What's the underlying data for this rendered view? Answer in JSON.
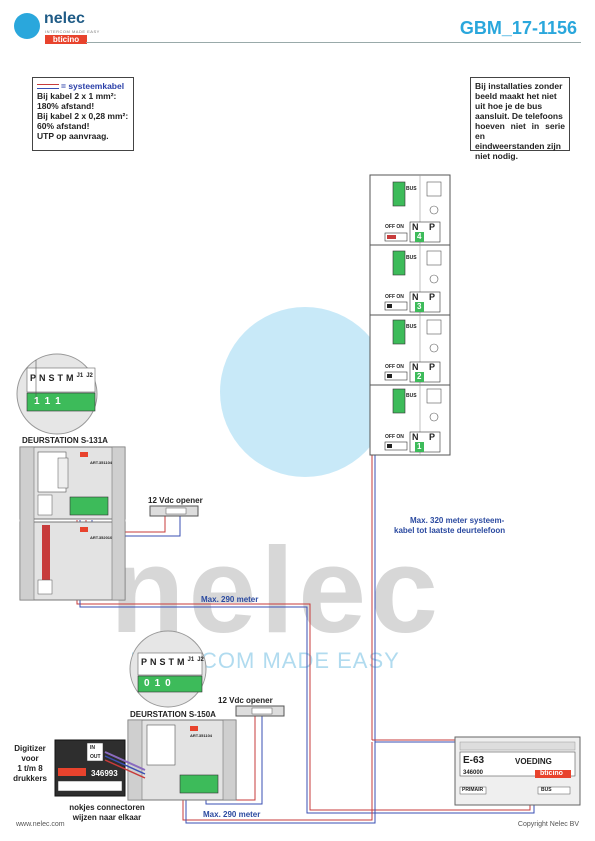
{
  "header": {
    "brand_name": "nelec",
    "brand_tagline": "INTERCOM MADE EASY",
    "brand_partner": "bticino",
    "doc_id": "GBM_17-1156"
  },
  "notes": {
    "left": {
      "legend_label": "= systeemkabel",
      "lines": [
        "Bij kabel 2 x 1 mm²:",
        "180% afstand!",
        "Bij kabel 2 x 0,28 mm²:",
        "60% afstand!",
        "UTP op aanvraag."
      ]
    },
    "right": {
      "lines": [
        "Bij installaties zonder",
        "beeld maakt het niet",
        "uit hoe je de bus",
        "aansluit. De telefoons",
        "hoeven niet in serie en",
        "eindweerstanden zijn",
        "niet nodig."
      ]
    }
  },
  "door_station_1": {
    "title": "DEURSTATION S-131A",
    "dip_labels": [
      "P",
      "N",
      "S",
      "T",
      "M",
      "J1",
      "J2"
    ],
    "dip_values": [
      "1",
      "1",
      "1"
    ],
    "module_code": "ART.351104",
    "module_code_2": "ART.352010"
  },
  "door_station_2": {
    "title": "DEURSTATION S-150A",
    "dip_labels": [
      "P",
      "N",
      "S",
      "T",
      "M",
      "J1",
      "J2"
    ],
    "dip_values": [
      "0",
      "1",
      "0"
    ],
    "module_code": "ART.351104"
  },
  "openers": {
    "label_1": "12 Vdc opener",
    "label_2": "12 Vdc opener"
  },
  "cables": {
    "label_top": "Max. 290 meter",
    "label_bottom": "Max. 290 meter",
    "label_phones": "Max. 320 meter systeem-",
    "label_phones_2": "kabel tot laatste deurtelefoon"
  },
  "digitizer": {
    "title_lines": [
      "Digitizer",
      "voor",
      "1 t/m 8",
      "drukkers"
    ],
    "code": "346993",
    "in_label": "IN",
    "out_label": "OUT",
    "note_lines": [
      "nokjes connectoren",
      "wijzen naar elkaar"
    ]
  },
  "phones": {
    "switch_label": "OFF ON",
    "np_labels": [
      "N",
      "P"
    ],
    "numbers": [
      "4",
      "3",
      "2",
      "1"
    ],
    "terminal_labels": [
      "BUS",
      "BUS"
    ]
  },
  "power_supply": {
    "model": "E-63",
    "title": "VOEDING",
    "code": "346000",
    "partner": "bticino",
    "primair_label": "PRIMAIR",
    "bus_label": "BUS"
  },
  "footer": {
    "website": "www.nelec.com",
    "copyright": "Copyright Nelec BV"
  },
  "colors": {
    "cable_red": "#c73b3b",
    "cable_blue": "#3a4fb3",
    "brand_blue": "#2aa7dc",
    "terminal_green": "#3dbb5a"
  }
}
